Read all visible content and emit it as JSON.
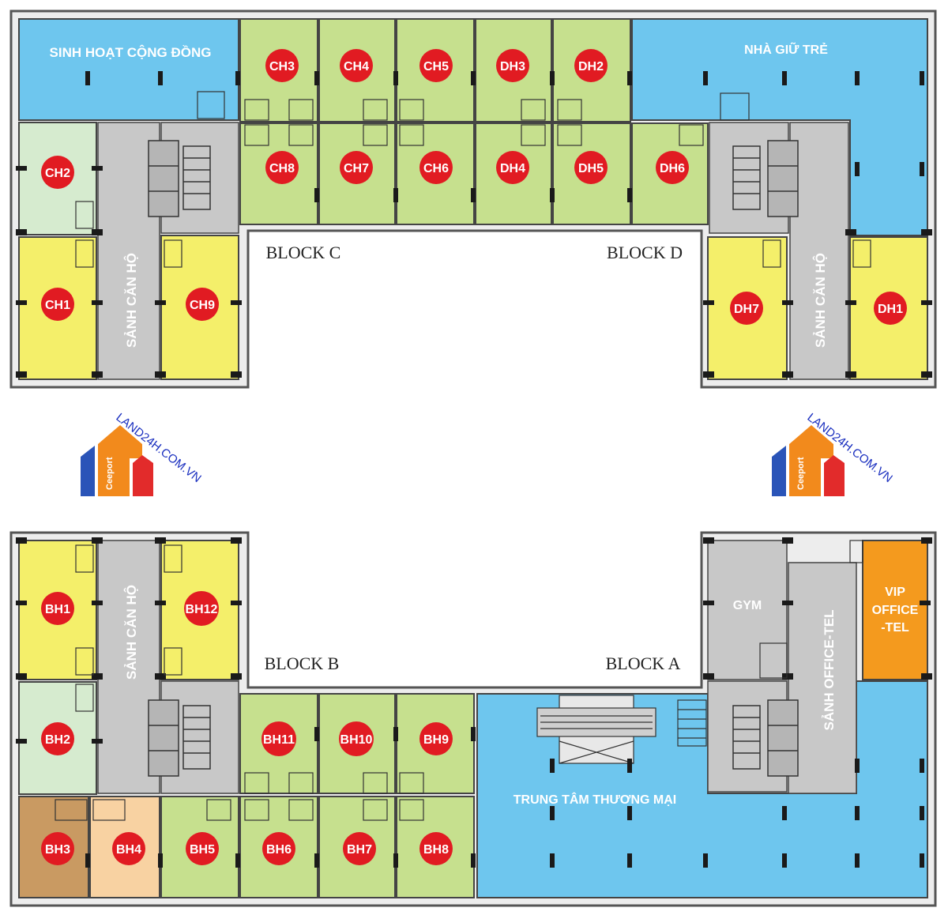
{
  "colors": {
    "blue_zone": "#6ec6ee",
    "green_unit": "#c6e08e",
    "pale_green": "#d6ebcf",
    "yellow_unit": "#f4ef6a",
    "brown_unit": "#c99a62",
    "peach_unit": "#f8d2a2",
    "orange_office": "#f49a1e",
    "gray_core": "#c8c8c8",
    "wall": "#444444",
    "badge_red": "#e11b22"
  },
  "blocks": {
    "c": "BLOCK C",
    "d": "BLOCK D",
    "b": "BLOCK B",
    "a": "BLOCK A"
  },
  "areas": {
    "community": "SINH HOẠT CỘNG ĐỒNG",
    "nursery": "NHÀ GIỮ TRẺ",
    "gym": "GYM",
    "vip_line1": "VIP",
    "vip_line2": "OFFICE",
    "vip_line3": "-TEL",
    "mall": "TRUNG TÂM THƯƠNG MẠI",
    "lobby_c": "SẢNH CĂN HỘ",
    "lobby_d": "SẢNH CĂN HỘ",
    "lobby_b": "SẢNH CĂN HỘ",
    "lobby_a": "SẢNH OFFICE-TEL"
  },
  "units": {
    "ch1": "CH1",
    "ch2": "CH2",
    "ch3": "CH3",
    "ch4": "CH4",
    "ch5": "CH5",
    "ch6": "CH6",
    "ch7": "CH7",
    "ch8": "CH8",
    "ch9": "CH9",
    "dh1": "DH1",
    "dh2": "DH2",
    "dh3": "DH3",
    "dh4": "DH4",
    "dh5": "DH5",
    "dh6": "DH6",
    "dh7": "DH7",
    "bh1": "BH1",
    "bh2": "BH2",
    "bh3": "BH3",
    "bh4": "BH4",
    "bh5": "BH5",
    "bh6": "BH6",
    "bh7": "BH7",
    "bh8": "BH8",
    "bh9": "BH9",
    "bh10": "BH10",
    "bh11": "BH11",
    "bh12": "BH12"
  },
  "logo": {
    "brand": "LAND24H.COM.VN",
    "name": "Ceeport"
  }
}
